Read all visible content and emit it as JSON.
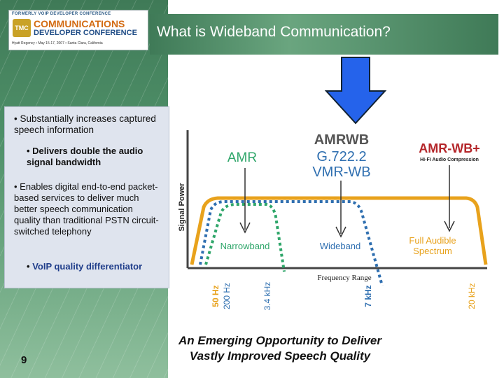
{
  "header": {
    "title": "What is Wideband Communication?",
    "logo": {
      "tagline": "FORMERLY VOIP DEVELOPER CONFERENCE",
      "badge": "TMC",
      "name_line1": "COMMUNICATIONS",
      "name_line2": "DEVELOPER CONFERENCE",
      "venue": "Hyatt Regency • May 15-17, 2007 • Santa Clara, California"
    }
  },
  "bullets": {
    "b1": "• Substantially increases captured speech information",
    "b2": "• Delivers double the audio signal bandwidth",
    "b3": "• Enables digital end-to-end packet-based services to deliver much better speech communication quality than traditional PSTN circuit-switched telephony",
    "b4_lead": "•",
    "b4": "VoIP quality differentiator"
  },
  "diagram": {
    "y_axis_label": "Signal Power",
    "x_axis_label": "Frequency Range",
    "amr_label": "AMR",
    "amrwb_label": "AMRWB",
    "g722_label": "G.722.2",
    "vmrwb_label": "VMR-WB",
    "amrwbplus_logo": "AMR-WB+",
    "amrwbplus_sub": "Hi-Fi Audio Compression",
    "narrowband_label": "Narrowband",
    "wideband_label": "Wideband",
    "full_audible_label1": "Full Audible",
    "full_audible_label2": "Spectrum",
    "ticks": [
      "50 Hz",
      "200 Hz",
      "3.4 kHz",
      "7 kHz",
      "20 kHz"
    ],
    "colors": {
      "narrowband": "#2fa66a",
      "wideband": "#2f6fb0",
      "fullband": "#e8a21c",
      "label_green": "#2fa66a",
      "label_blue": "#2f6fb0",
      "label_orange": "#e8a21c"
    }
  },
  "footer": {
    "page_number": "9",
    "line1": "An Emerging Opportunity to Deliver",
    "line2": "Vastly Improved Speech Quality"
  }
}
